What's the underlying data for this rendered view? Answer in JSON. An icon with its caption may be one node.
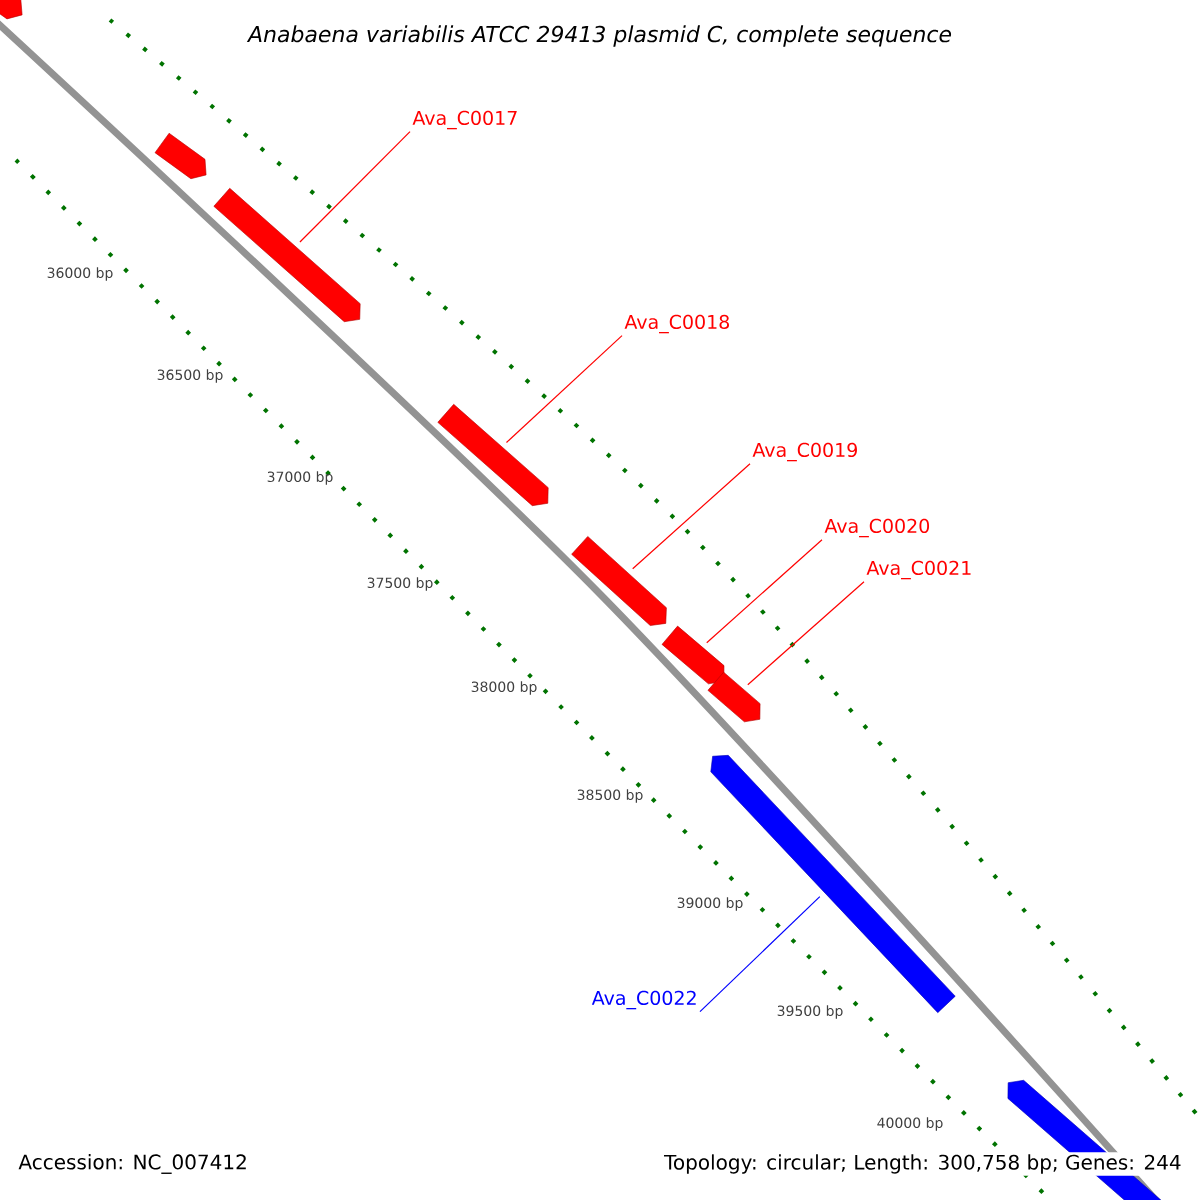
{
  "diagram": {
    "title": "Anabaena variabilis ATCC 29413 plasmid C, complete sequence",
    "nodes": [
      {
        "text": [
          "Ava_C0017"
        ]
      },
      {
        "text": [
          "Ava_C0018"
        ]
      },
      {
        "text": [
          "Ava_C0019"
        ]
      },
      {
        "text": [
          "Ava_C0020"
        ]
      },
      {
        "text": [
          "Ava_C0021"
        ]
      },
      {
        "text": [
          "Ava_C0022"
        ]
      },
      {
        "text": [],
        "shape": "bar"
      },
      {
        "text": [],
        "shape": "bar"
      },
      {
        "text": [],
        "shape": "bar"
      },
      {
        "text": [],
        "shape": "bar"
      },
      {
        "text": [],
        "shape": "bar"
      },
      {
        "text": [],
        "shape": "bar"
      },
      {
        "text": [],
        "shape": "bar"
      },
      {
        "text": [],
        "shape": "bar"
      },
      {
        "text": [],
        "shape": "bar"
      }
    ],
    "edges": [
      {
        "from": 0,
        "to": 8,
        "arrow": "none"
      },
      {
        "from": 1,
        "to": 9,
        "arrow": "none"
      },
      {
        "from": 2,
        "to": 10,
        "arrow": "none"
      },
      {
        "from": 3,
        "to": 11,
        "arrow": "none"
      },
      {
        "from": 4,
        "to": 12,
        "arrow": "none"
      },
      {
        "from": 5,
        "to": 13,
        "arrow": "none",
        "color": "#0000ff"
      }
    ],
    "labels": [
      "36000 bp",
      "36500 bp",
      "37000 bp",
      "37500 bp",
      "38000 bp",
      "38500 bp",
      "39000 bp",
      "39500 bp",
      "40000 bp",
      "Accession: NC_007412",
      "Topology: circular; Length: 300,758 bp; Genes: 244"
    ]
  }
}
